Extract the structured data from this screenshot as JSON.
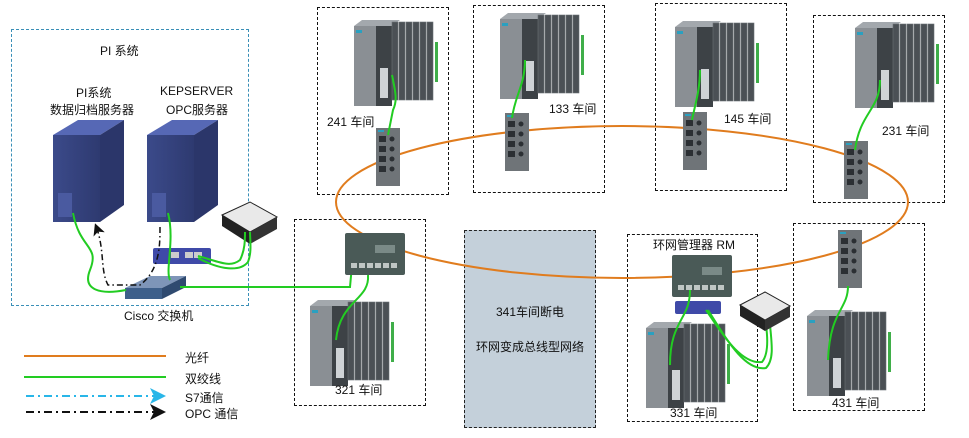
{
  "pi_system": {
    "group_label": "PI 系统",
    "archive_server_label_line1": "PI系统",
    "archive_server_label_line2": "数据归档服务器",
    "opc_server_label_line1": "KEPSERVER",
    "opc_server_label_line2": "OPC服务器",
    "switch_label": "Cisco 交换机"
  },
  "workshops": [
    {
      "id": "241",
      "label": "241 车间"
    },
    {
      "id": "133",
      "label": "133 车间"
    },
    {
      "id": "145",
      "label": "145 车间"
    },
    {
      "id": "231",
      "label": "231 车间"
    },
    {
      "id": "321",
      "label": "321 车间"
    },
    {
      "id": "331",
      "label": "331 车间"
    },
    {
      "id": "431",
      "label": "431 车间"
    }
  ],
  "ring_manager_label": "环网管理器 RM",
  "outage_note": {
    "line1": "341车间断电",
    "line2": "环网变成总线型网络"
  },
  "legend": [
    {
      "label": "光纤",
      "style": "solid",
      "color": "#e07c1e"
    },
    {
      "label": "双绞线",
      "style": "solid",
      "color": "#22cc22"
    },
    {
      "label": "S7通信",
      "style": "dash-dot-arrow",
      "color": "#29b6e8"
    },
    {
      "label": "OPC 通信",
      "style": "dash-dot-arrow",
      "color": "#111111"
    }
  ],
  "colors": {
    "fiber": "#e07c1e",
    "twisted_pair": "#22cc22",
    "note_bg": "#c4d0da",
    "pi_border": "#3a8fb7",
    "server": "#3b4a8a"
  }
}
